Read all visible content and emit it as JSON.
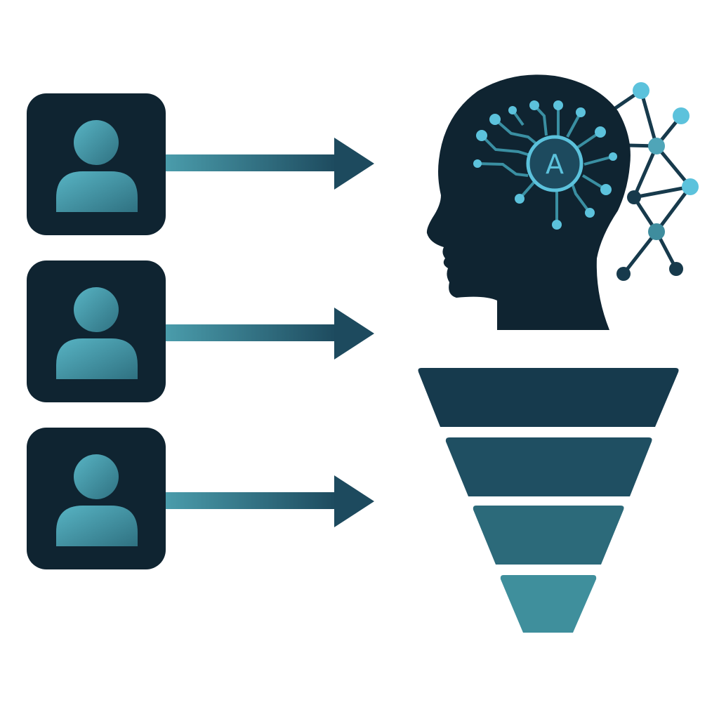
{
  "diagram": {
    "users_count": 3,
    "brain_badge_letter": "A",
    "funnel_levels": 4,
    "colors": {
      "card": "#0f2431",
      "head": "#0f2431",
      "accent": "#5cc2dc",
      "arrow_start": "#4a9cab",
      "arrow_end": "#1d4a5e",
      "funnel": [
        "#163a4d",
        "#1f4f62",
        "#2c6a7a",
        "#3f8f9c"
      ]
    }
  }
}
